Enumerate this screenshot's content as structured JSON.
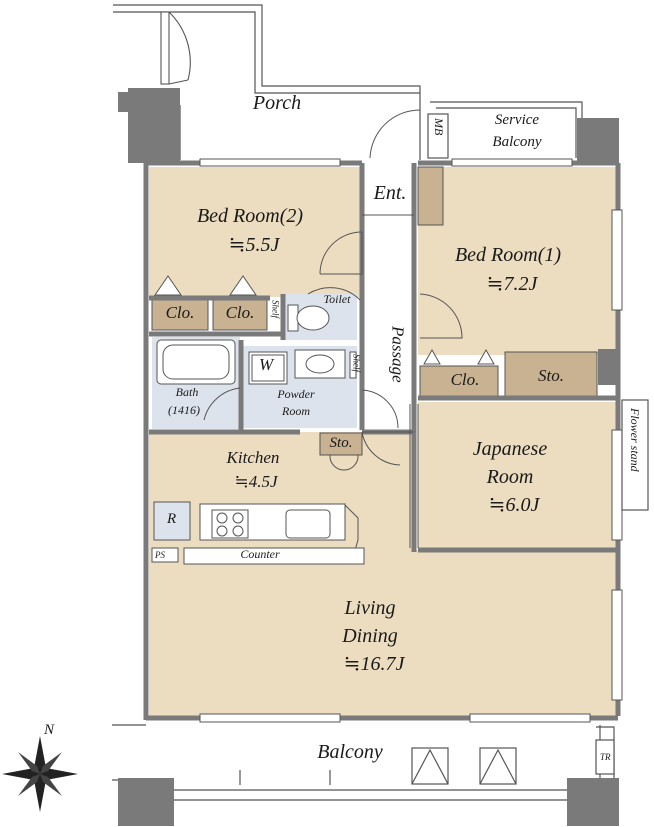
{
  "rooms": {
    "porch": "Porch",
    "service_balcony_1": "Service",
    "service_balcony_2": "Balcony",
    "mb": "MB",
    "entrance": "Ent.",
    "bedroom2_name": "Bed Room(2)",
    "bedroom2_size": "≒5.5J",
    "bedroom1_name": "Bed Room(1)",
    "bedroom1_size": "≒7.2J",
    "closet_a": "Clo.",
    "closet_b": "Clo.",
    "closet_c": "Clo.",
    "shelf_a": "Shelf",
    "shelf_b": "Shelf",
    "toilet": "Toilet",
    "passage": "Passage",
    "storage_a": "Sto.",
    "storage_b": "Sto.",
    "bath_name": "Bath",
    "bath_size": "(1416)",
    "washer": "W",
    "powder_1": "Powder",
    "powder_2": "Room",
    "kitchen_name": "Kitchen",
    "kitchen_size": "≒4.5J",
    "japanese_1": "Japanese",
    "japanese_2": "Room",
    "japanese_size": "≒6.0J",
    "flower_stand": "Flower stand",
    "refrigerator": "R",
    "ps": "PS",
    "counter": "Counter",
    "living_1": "Living",
    "living_2": "Dining",
    "living_size": "≒16.7J",
    "balcony": "Balcony",
    "tr": "TR",
    "north": "N"
  },
  "colors": {
    "floor": "#ecdcc0",
    "wet_area": "#dde3ed",
    "storage": "#c8b291",
    "wall": "#7a7a7a",
    "line": "#444444"
  }
}
